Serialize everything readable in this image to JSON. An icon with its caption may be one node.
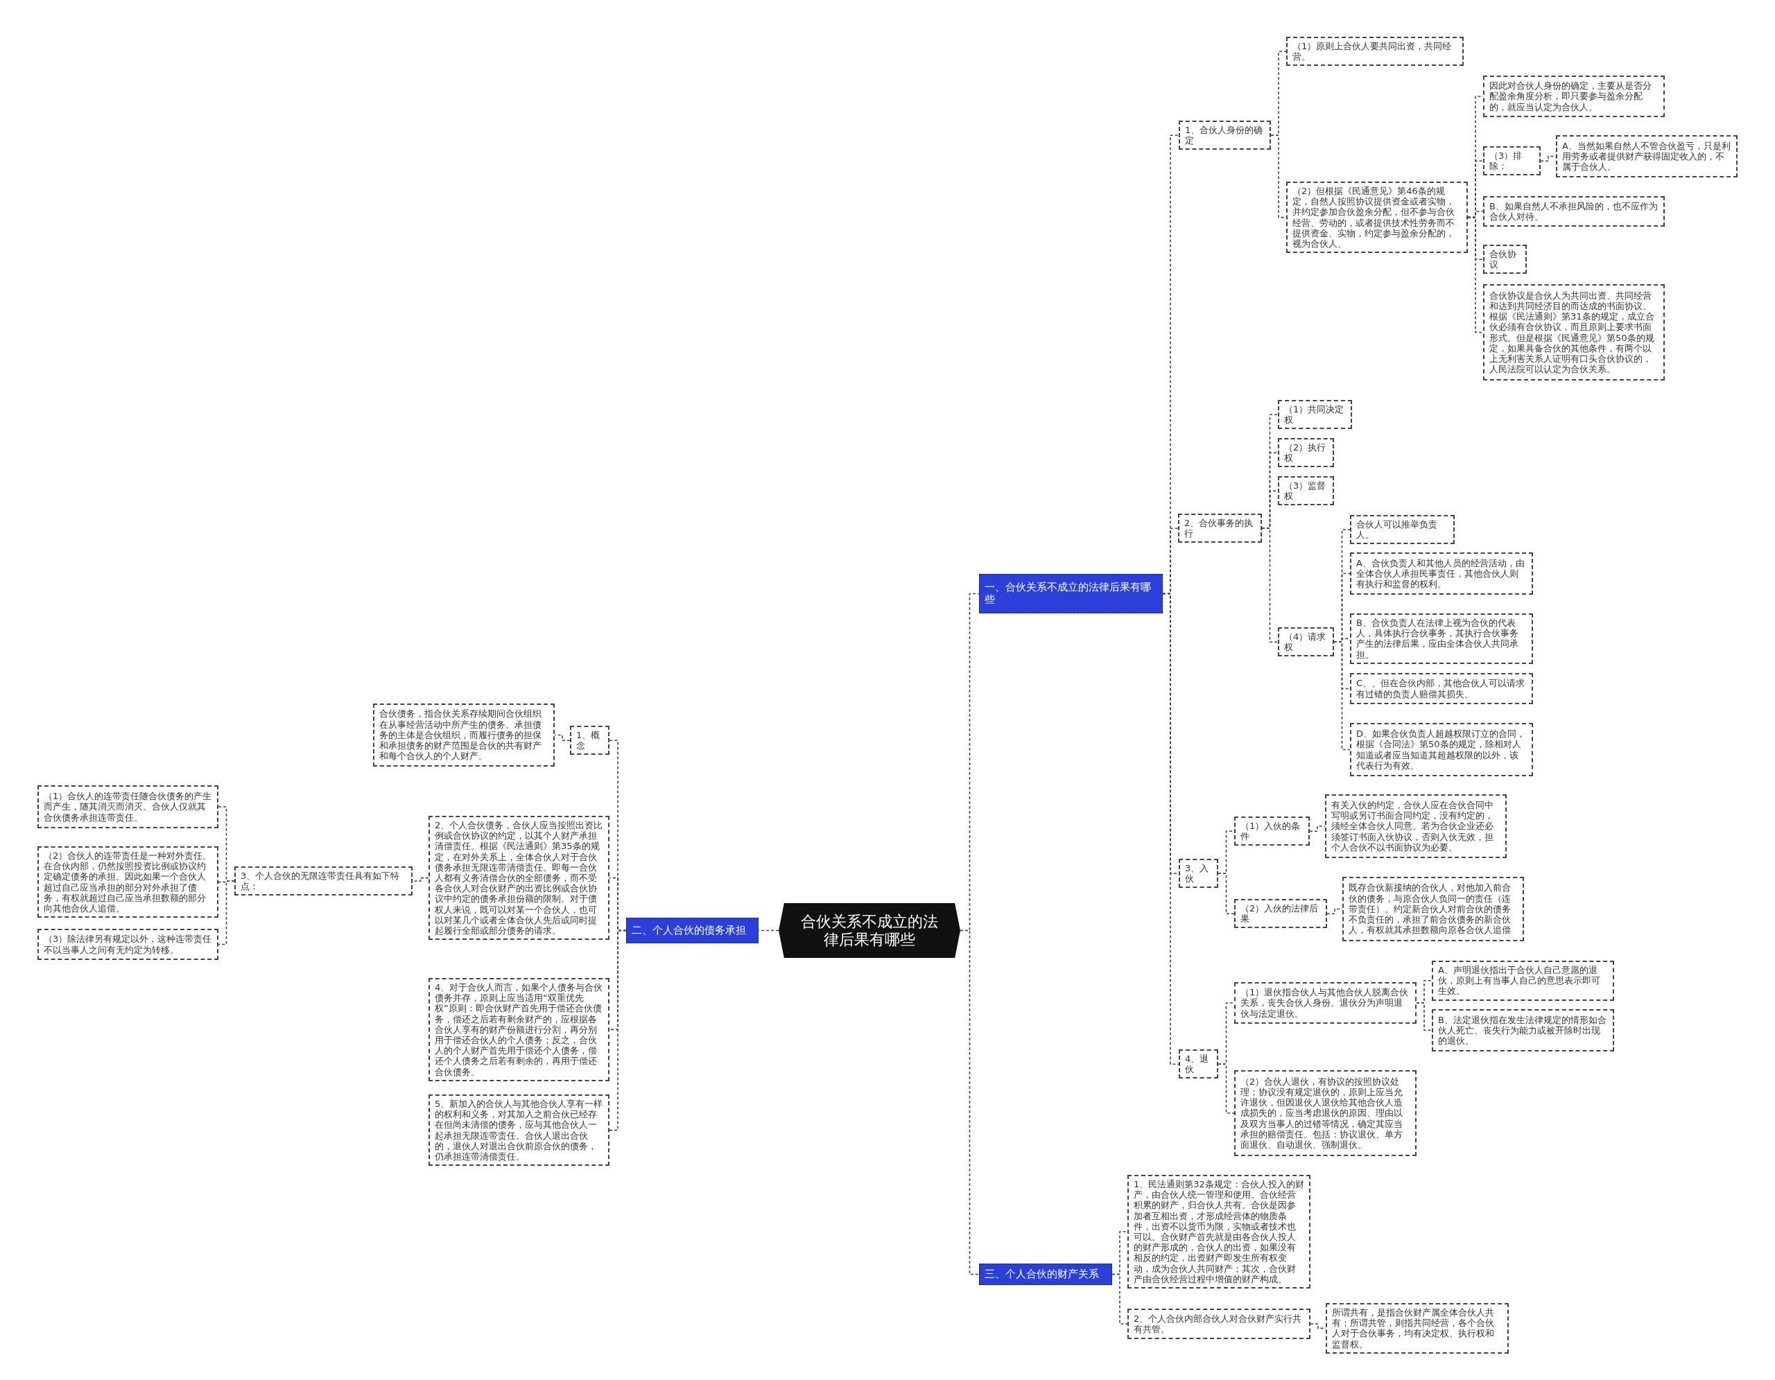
{
  "diagram": {
    "nodes": [
      {
        "text": [
          "合伙关系不成立的法律后果有哪些"
        ]
      },
      {
        "text": [
          "一、合伙关系不成立的法律后果有哪些"
        ]
      },
      {
        "text": [
          "1、合伙人身份的确定"
        ]
      },
      {
        "text": [
          "（1）原则上合伙人要共同出资，共同经营。"
        ]
      },
      {
        "text": [
          "（2）但根据《民通意见》第46条的规定，自然人按照协议提供资金或者实物，并约定参加合伙盈余分配，但不参与合伙经营、劳动的，或者提供技术性劳务而不提供资金、实物，约定参与盈余分配的，视为合伙人。"
        ]
      },
      {
        "text": [
          "因此对合伙人身份的确定，主要从是否分配盈余角度分析，即只要参与盈余分配的，就应当认定为合伙人。"
        ]
      },
      {
        "text": [
          "（3）排除："
        ]
      },
      {
        "text": [
          "A、当然如果自然人不管合伙盈亏，只是利用劳务或者提供财产获得固定收入的，不属于合伙人。"
        ]
      },
      {
        "text": [
          "B、如果自然人不承担风险的，也不应作为合伙人对待。"
        ]
      },
      {
        "text": [
          "合伙协议"
        ]
      },
      {
        "text": [
          "合伙协议是合伙人为共同出资、共同经营和达到共同经济目的而达成的书面协议。根据《民法通则》第31条的规定，成立合伙必须有合伙协议，而且原则上要求书面形式。但是根据《民通意见》第50条的规定，如果具备合伙的其他条件，有两个以上无利害关系人证明有口头合伙协议的，人民法院可以认定为合伙关系。"
        ]
      },
      {
        "text": [
          "2、合伙事务的执行"
        ]
      },
      {
        "text": [
          "（1）共同决定权"
        ]
      },
      {
        "text": [
          "（2）执行权"
        ]
      },
      {
        "text": [
          "（3）监督权"
        ]
      },
      {
        "text": [
          "（4）请求权"
        ]
      },
      {
        "text": [
          "合伙人可以推举负责人。"
        ]
      },
      {
        "text": [
          "A、合伙负责人和其他人员的经营活动，由全体合伙人承担民事责任，其他合伙人则有执行和监督的权利。"
        ]
      },
      {
        "text": [
          "B、合伙负责人在法律上视为合伙的代表人，具体执行合伙事务，其执行合伙事务产生的法律后果，应由全体合伙人共同承担。"
        ]
      },
      {
        "text": [
          "C、、但在合伙内部，其他合伙人可以请求有过错的负责人赔偿其损失。"
        ]
      },
      {
        "text": [
          "D、如果合伙负责人超越权限订立的合同，根据《合同法》第50条的规定，除相对人知道或者应当知道其超越权限的以外，该代表行为有效。"
        ]
      },
      {
        "text": [
          "3、入伙"
        ]
      },
      {
        "text": [
          "（1）入伙的条件"
        ]
      },
      {
        "text": [
          "有关入伙的约定，合伙人应在合伙合同中写明或另订书面合同约定，没有约定的，须经全体合伙人同意。若为合伙企业还必须签订书面入伙协议，否则入伙无效，担个人合伙不以书面协议为必要。"
        ]
      },
      {
        "text": [
          "（2）入伙的法律后果"
        ]
      },
      {
        "text": [
          "既存合伙新接纳的合伙人，对他加入前合伙的债务，与原合伙人负同一的责任（连带责任）。约定新合伙人对前合伙的债务不负责任的，承担了前合伙债务的新合伙人，有权就其承担数额向原各合伙人追偿"
        ]
      },
      {
        "text": [
          "4、退伙"
        ]
      },
      {
        "text": [
          "（1）退伙指合伙人与其他合伙人脱离合伙关系，丧失合伙人身份。退伙分为声明退伙与法定退伙。"
        ]
      },
      {
        "text": [
          "A、声明退伙指出于合伙人自己意愿的退伙，原则上有当事人自己的意思表示即可生效。"
        ]
      },
      {
        "text": [
          "B、法定退伙指在发生法律规定的情形如合伙人死亡、丧失行为能力或被开除时出现的退伙。"
        ]
      },
      {
        "text": [
          "（2）合伙人退伙，有协议的按照协议处理；协议没有规定退伙的，原则上应当允许退伙，但因退伙人退伙给其他合伙人造成损失的，应当考虑退伙的原因、理由以及双方当事人的过错等情况，确定其应当承担的赔偿责任。包括：协议退伙、单方面退伙、自动退伙、强制退伙。"
        ]
      },
      {
        "text": [
          "三、个人合伙的财产关系"
        ]
      },
      {
        "text": [
          "1、民法通则第32条规定：合伙人投入的财产，由合伙人统一管理和使用。合伙经营积累的财产，归合伙人共有。合伙是因参加者互相出资，才形成经营体的物质条件，出资不以货币为限，实物或者技术也可以。合伙财产首先就是由各合伙人投人的财产形成的，合伙人的出资，如果没有相反的约定，出资财产即发生所有权变动，成为合伙人共同财产；其次，合伙财产由合伙经营过程中增值的财产构成。"
        ]
      },
      {
        "text": [
          "2、个人合伙内部合伙人对合伙财产实行共有共管。"
        ]
      },
      {
        "text": [
          "所谓共有，是指合伙财产属全体合伙人共有；所谓共管，则指共同经营，各个合伙人对于合伙事务，均有决定权、执行权和监督权。"
        ]
      },
      {
        "text": [
          "二、个人合伙的债务承担"
        ]
      },
      {
        "text": [
          "1、概念"
        ]
      },
      {
        "text": [
          "合伙债务，指合伙关系存续期间合伙组织在从事经营活动中所产生的债务。承担债务的主体是合伙组织，而履行债务的担保和承担债务的财产范围是合伙的共有财产和每个合伙人的个人财产。"
        ]
      },
      {
        "text": [
          "2、个人合伙债务，合伙人应当按照出资比例或合伙协议的约定，以其个人财产承担清偿责任。根据《民法通则》第35条的规定，在对外关系上，全体合伙人对于合伙债务承担无限连带清偿责任。即每一合伙人都有义务清偿合伙的全部债务，而不受各合伙人对合伙财产的出资比例或合伙协议中约定的债务承担份额的限制。对于债权人来说，既可以对某一个合伙人，也可以对某几个或者全体合伙人先后或同时提起履行全部或部分债务的请求。"
        ]
      },
      {
        "text": [
          "3、个人合伙的无限连带责任具有如下特点："
        ]
      },
      {
        "text": [
          "（1）合伙人的连带责任随合伙债务的产生而产生，随其消灭而消灭。合伙人仅就其合伙债务承担连带责任。"
        ]
      },
      {
        "text": [
          "（2）合伙人的连带责任是一种对外责任。在合伙内部，仍然按照投资比例或协议约定确定债务的承担。因此如果一个合伙人超过自己应当承担的部分对外承担了债务，有权就超过自己应当承担数额的部分向其他合伙人追偿。"
        ]
      },
      {
        "text": [
          "（3）除法律另有规定以外，这种连带责任不以当事人之间有无约定为转移。"
        ]
      },
      {
        "text": [
          "4、对于合伙人而言，如果个人债务与合伙债务并存，原则上应当适用“双重优先权”原则：即合伙财产首先用于偿还合伙债务，偿还之后若有剩余财产的，应根据各合伙人享有的财产份额进行分割，再分别用于偿还合伙人的个人债务；反之，合伙人的个人财产首先用于偿还个人债务，偿还个人债务之后若有剩余的，再用于偿还合伙债务。"
        ]
      },
      {
        "text": [
          "5、新加入的合伙人与其他合伙人享有一样的权利和义务，对其加入之前合伙已经存在但尚未清偿的债务，应与其他合伙人一起承担无限连带责任。合伙人退出合伙的，退伙人对退出合伙前原合伙的债务，仍承担连带清偿责任。"
        ]
      }
    ],
    "edges": [
      {
        "from": 0,
        "to": 1,
        "arrow": "none"
      },
      {
        "from": 1,
        "to": 2,
        "arrow": "none"
      },
      {
        "from": 2,
        "to": 3,
        "arrow": "none"
      },
      {
        "from": 2,
        "to": 4,
        "arrow": "none"
      },
      {
        "from": 4,
        "to": 5,
        "arrow": "none"
      },
      {
        "from": 4,
        "to": 6,
        "arrow": "none"
      },
      {
        "from": 6,
        "to": 7,
        "arrow": "none"
      },
      {
        "from": 4,
        "to": 8,
        "arrow": "none"
      },
      {
        "from": 4,
        "to": 9,
        "arrow": "none"
      },
      {
        "from": 4,
        "to": 10,
        "arrow": "none"
      },
      {
        "from": 1,
        "to": 11,
        "arrow": "none"
      },
      {
        "from": 11,
        "to": 12,
        "arrow": "none"
      },
      {
        "from": 11,
        "to": 13,
        "arrow": "none"
      },
      {
        "from": 11,
        "to": 14,
        "arrow": "none"
      },
      {
        "from": 11,
        "to": 15,
        "arrow": "none"
      },
      {
        "from": 15,
        "to": 16,
        "arrow": "none"
      },
      {
        "from": 15,
        "to": 17,
        "arrow": "none"
      },
      {
        "from": 15,
        "to": 18,
        "arrow": "none"
      },
      {
        "from": 15,
        "to": 19,
        "arrow": "none"
      },
      {
        "from": 15,
        "to": 20,
        "arrow": "none"
      },
      {
        "from": 1,
        "to": 21,
        "arrow": "none"
      },
      {
        "from": 21,
        "to": 22,
        "arrow": "none"
      },
      {
        "from": 22,
        "to": 23,
        "arrow": "none"
      },
      {
        "from": 21,
        "to": 24,
        "arrow": "none"
      },
      {
        "from": 24,
        "to": 25,
        "arrow": "none"
      },
      {
        "from": 1,
        "to": 26,
        "arrow": "none"
      },
      {
        "from": 26,
        "to": 27,
        "arrow": "none"
      },
      {
        "from": 27,
        "to": 28,
        "arrow": "none"
      },
      {
        "from": 27,
        "to": 29,
        "arrow": "none"
      },
      {
        "from": 26,
        "to": 30,
        "arrow": "none"
      },
      {
        "from": 0,
        "to": 31,
        "arrow": "none"
      },
      {
        "from": 31,
        "to": 32,
        "arrow": "none"
      },
      {
        "from": 31,
        "to": 33,
        "arrow": "none"
      },
      {
        "from": 33,
        "to": 34,
        "arrow": "none"
      },
      {
        "from": 0,
        "to": 35,
        "arrow": "none"
      },
      {
        "from": 35,
        "to": 36,
        "arrow": "none"
      },
      {
        "from": 36,
        "to": 37,
        "arrow": "none"
      },
      {
        "from": 35,
        "to": 38,
        "arrow": "none"
      },
      {
        "from": 38,
        "to": 39,
        "arrow": "none"
      },
      {
        "from": 39,
        "to": 40,
        "arrow": "none"
      },
      {
        "from": 39,
        "to": 41,
        "arrow": "none"
      },
      {
        "from": 39,
        "to": 42,
        "arrow": "none"
      },
      {
        "from": 35,
        "to": 43,
        "arrow": "none"
      },
      {
        "from": 35,
        "to": 44,
        "arrow": "none"
      }
    ]
  }
}
